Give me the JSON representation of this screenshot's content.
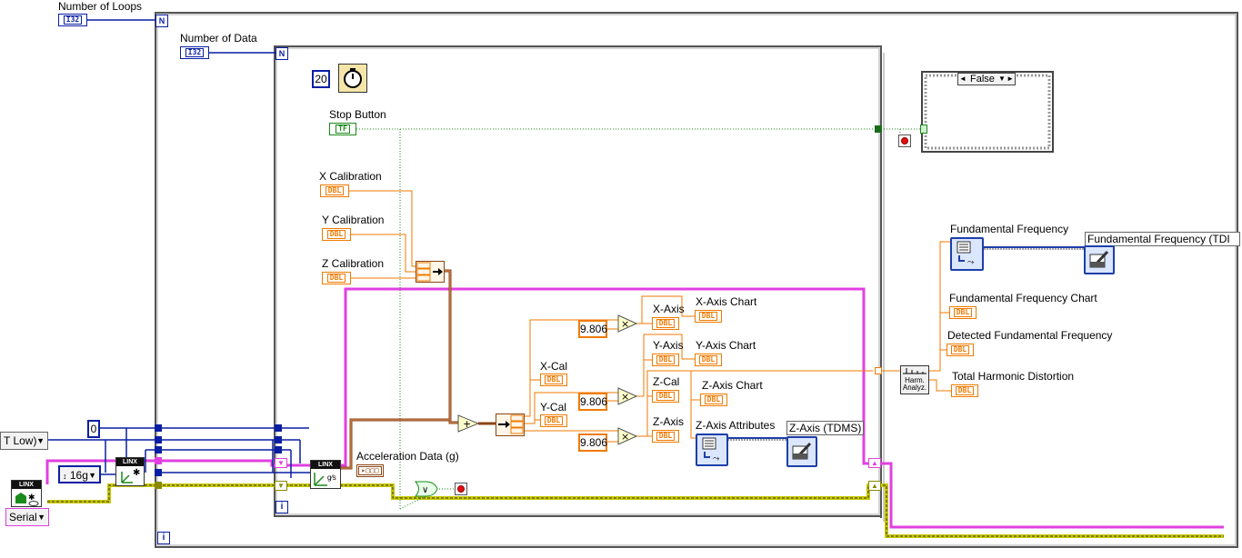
{
  "outer_loop": {
    "count_label": "Number of Loops",
    "count_type": "I32",
    "count_glyph": "N",
    "iteration_glyph": "i"
  },
  "inner_loop": {
    "count_label": "Number of Data",
    "count_type": "I32",
    "count_glyph": "N",
    "iteration_glyph": "i"
  },
  "wait": {
    "constant": "20",
    "icon": "stopwatch-icon"
  },
  "stop_button": {
    "label": "Stop Button",
    "type": "TF"
  },
  "calibration": [
    {
      "label": "X Calibration",
      "type": "DBL"
    },
    {
      "label": "Y Calibration",
      "type": "DBL"
    },
    {
      "label": "Z Calibration",
      "type": "DBL"
    }
  ],
  "gravity_constants": [
    "9.806",
    "9.806",
    "9.806"
  ],
  "multiply_glyph": "×",
  "add_glyph": "+",
  "or_glyph": "∨",
  "cal_indicators": [
    {
      "label": "X-Cal",
      "type": "DBL"
    },
    {
      "label": "Y-Cal",
      "type": "DBL"
    },
    {
      "label": "Z-Cal",
      "type": "DBL"
    }
  ],
  "axis_indicators": [
    {
      "label": "X-Axis",
      "type": "DBL"
    },
    {
      "label": "Y-Axis",
      "type": "DBL"
    },
    {
      "label": "Z-Axis",
      "type": "DBL"
    }
  ],
  "charts": [
    {
      "label": "X-Axis Chart",
      "type": "DBL"
    },
    {
      "label": "Y-Axis Chart",
      "type": "DBL"
    },
    {
      "label": "Z-Axis Chart",
      "type": "DBL"
    }
  ],
  "z_axis_attributes_label": "Z-Axis Attributes",
  "z_axis_tdms_label": "Z-Axis (TDMS)",
  "acceleration_label": "Acceleration Data (g)",
  "case_structure": {
    "selector_value": "False",
    "left_arrow": "◄",
    "right_arrow": "►",
    "dropdown_arrow": "▼"
  },
  "harmonic": {
    "node_text_line1": "Harm.",
    "node_text_line2": "Analyz.",
    "fundamental_frequency_label": "Fundamental Frequency",
    "fundamental_frequency_tdms_label": "Fundamental Frequency (TDI",
    "fundamental_frequency_chart_label": "Fundamental Frequency Chart",
    "detected_fundamental_label": "Detected Fundamental Frequency",
    "thd_label": "Total Harmonic Distortion",
    "type": "DBL"
  },
  "left_controls": {
    "channel_constant": "0",
    "range_ring": "16g",
    "range_ring_arrow": "↕",
    "ring_partial": "T Low)",
    "serial_ring": "Serial",
    "dropdown_arrow": "▼",
    "linx_header": "LINX"
  },
  "colors": {
    "double_orange": "#f07a00",
    "integer_blue": "#0a1fa3",
    "boolean_green": "#1a8a1a",
    "cluster_pink": "#e040e0",
    "error_yellow": "#c8c800",
    "cluster_brown": "#8b4513"
  }
}
